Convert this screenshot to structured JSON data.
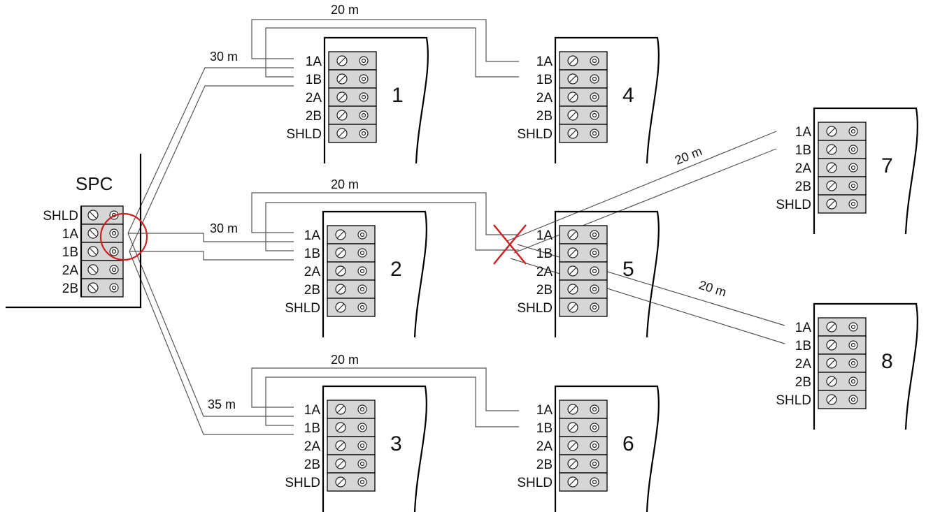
{
  "controller": {
    "title": "SPC",
    "terminals": [
      "SHLD",
      "1A",
      "1B",
      "2A",
      "2B"
    ]
  },
  "modules": [
    {
      "id": "module-1",
      "number": "1",
      "terminals": [
        "1A",
        "1B",
        "2A",
        "2B",
        "SHLD"
      ]
    },
    {
      "id": "module-2",
      "number": "2",
      "terminals": [
        "1A",
        "1B",
        "2A",
        "2B",
        "SHLD"
      ]
    },
    {
      "id": "module-3",
      "number": "3",
      "terminals": [
        "1A",
        "1B",
        "2A",
        "2B",
        "SHLD"
      ]
    },
    {
      "id": "module-4",
      "number": "4",
      "terminals": [
        "1A",
        "1B",
        "2A",
        "2B",
        "SHLD"
      ]
    },
    {
      "id": "module-5",
      "number": "5",
      "terminals": [
        "1A",
        "1B",
        "2A",
        "2B",
        "SHLD"
      ]
    },
    {
      "id": "module-6",
      "number": "6",
      "terminals": [
        "1A",
        "1B",
        "2A",
        "2B",
        "SHLD"
      ]
    },
    {
      "id": "module-7",
      "number": "7",
      "terminals": [
        "1A",
        "1B",
        "2A",
        "2B",
        "SHLD"
      ]
    },
    {
      "id": "module-8",
      "number": "8",
      "terminals": [
        "1A",
        "1B",
        "2A",
        "2B",
        "SHLD"
      ]
    }
  ],
  "distances": {
    "spc_to_1": "30 m",
    "spc_to_2": "30 m",
    "spc_to_3": "35 m",
    "m1_to_m4": "20 m",
    "m2_to_m5": "20 m",
    "m3_to_m6": "20 m",
    "m5_to_m7": "20 m",
    "m5_to_m8": "20 m"
  },
  "colors": {
    "wire": "#555555",
    "terminal_fill": "#d6d6d6",
    "highlight": "#cc2222"
  }
}
